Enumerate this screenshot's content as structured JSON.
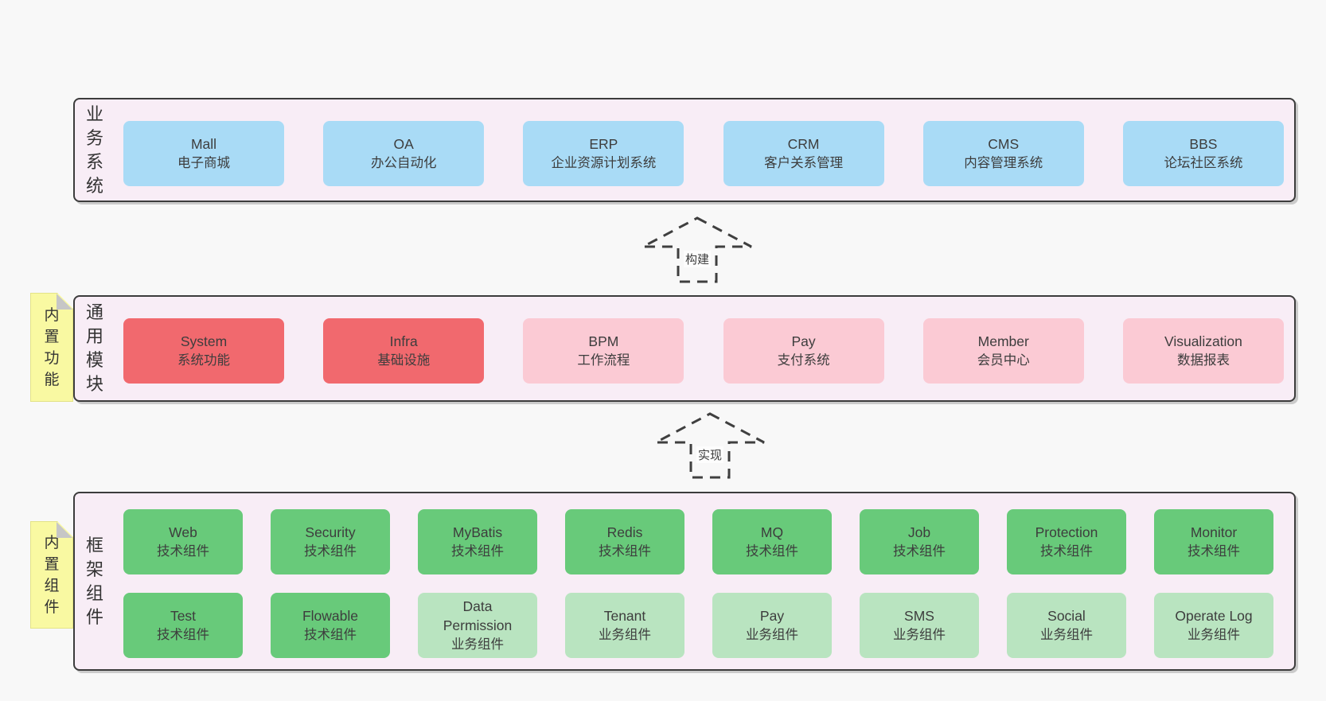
{
  "colors": {
    "pageBg": "#f8f8f8",
    "bandBg": "#f8edf6",
    "bandBorder": "#3c3c3c",
    "noteBg": "#f9f9a2",
    "text": "#3d3d3d",
    "blue": "#a9dbf6",
    "red": "#f1696e",
    "pink": "#fbcad4",
    "green": "#68ca7a",
    "lightGreen": "#b9e4c0"
  },
  "bands": [
    {
      "label": "业务系统",
      "boxes": [
        {
          "title": "Mall",
          "subtitle": "电子商城",
          "type": "blue"
        },
        {
          "title": "OA",
          "subtitle": "办公自动化",
          "type": "blue"
        },
        {
          "title": "ERP",
          "subtitle": "企业资源计划系统",
          "type": "blue"
        },
        {
          "title": "CRM",
          "subtitle": "客户关系管理",
          "type": "blue"
        },
        {
          "title": "CMS",
          "subtitle": "内容管理系统",
          "type": "blue"
        },
        {
          "title": "BBS",
          "subtitle": "论坛社区系统",
          "type": "blue"
        }
      ]
    },
    {
      "label": "通用模块",
      "note": "内置功能",
      "boxes": [
        {
          "title": "System",
          "subtitle": "系统功能",
          "type": "red"
        },
        {
          "title": "Infra",
          "subtitle": "基础设施",
          "type": "red"
        },
        {
          "title": "BPM",
          "subtitle": "工作流程",
          "type": "pink"
        },
        {
          "title": "Pay",
          "subtitle": "支付系统",
          "type": "pink"
        },
        {
          "title": "Member",
          "subtitle": "会员中心",
          "type": "pink"
        },
        {
          "title": "Visualization",
          "subtitle": "数据报表",
          "type": "pink"
        }
      ]
    },
    {
      "label": "框架组件",
      "note": "内置组件",
      "rows": [
        [
          {
            "title": "Web",
            "subtitle": "技术组件",
            "type": "green"
          },
          {
            "title": "Security",
            "subtitle": "技术组件",
            "type": "green"
          },
          {
            "title": "MyBatis",
            "subtitle": "技术组件",
            "type": "green"
          },
          {
            "title": "Redis",
            "subtitle": "技术组件",
            "type": "green"
          },
          {
            "title": "MQ",
            "subtitle": "技术组件",
            "type": "green"
          },
          {
            "title": "Job",
            "subtitle": "技术组件",
            "type": "green"
          },
          {
            "title": "Protection",
            "subtitle": "技术组件",
            "type": "green"
          },
          {
            "title": "Monitor",
            "subtitle": "技术组件",
            "type": "green"
          }
        ],
        [
          {
            "title": "Test",
            "subtitle": "技术组件",
            "type": "green"
          },
          {
            "title": "Flowable",
            "subtitle": "技术组件",
            "type": "green"
          },
          {
            "title": "Data\nPermission",
            "subtitle": "业务组件",
            "type": "lightGreen"
          },
          {
            "title": "Tenant",
            "subtitle": "业务组件",
            "type": "lightGreen"
          },
          {
            "title": "Pay",
            "subtitle": "业务组件",
            "type": "lightGreen"
          },
          {
            "title": "SMS",
            "subtitle": "业务组件",
            "type": "lightGreen"
          },
          {
            "title": "Social",
            "subtitle": "业务组件",
            "type": "lightGreen"
          },
          {
            "title": "Operate Log",
            "subtitle": "业务组件",
            "type": "lightGreen"
          }
        ]
      ]
    }
  ],
  "arrows": [
    {
      "label": "构建"
    },
    {
      "label": "实现"
    }
  ]
}
